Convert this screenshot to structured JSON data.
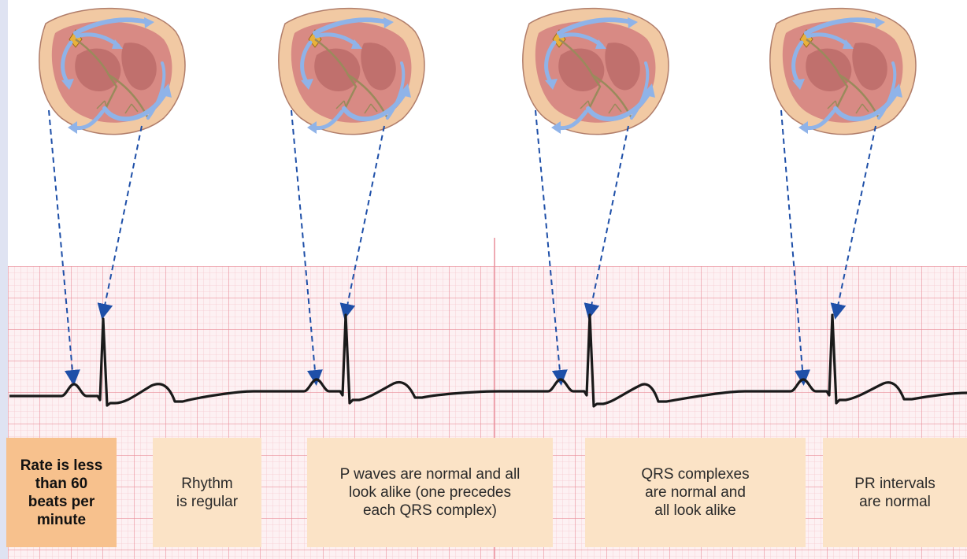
{
  "captions": [
    {
      "text": "Rate is less\nthan 60\nbeats per\nminute",
      "highlight": true
    },
    {
      "text": "Rhythm\nis regular",
      "highlight": false
    },
    {
      "text": "P waves are normal and all\nlook alike (one precedes\neach QRS complex)",
      "highlight": false
    },
    {
      "text": "QRS complexes\nare normal and\nall look alike",
      "highlight": false
    },
    {
      "text": "PR intervals\nare normal",
      "highlight": false
    }
  ],
  "colors": {
    "grid_minor": "#f6c9cf",
    "grid_major": "#e98e9a",
    "paper": "#fdf1f3",
    "trace": "#1a1a1a",
    "arrow": "#1e4fa8",
    "heart_tissue": "#d88a84",
    "heart_outer": "#f1c9a3",
    "conduction_arrows": "#8fb3e8",
    "caption_bg": "#fbe3c6",
    "caption_highlight_bg": "#f7c18d",
    "left_bar": "#dfe3f2"
  },
  "icons": [
    "heart-conduction-icon"
  ]
}
